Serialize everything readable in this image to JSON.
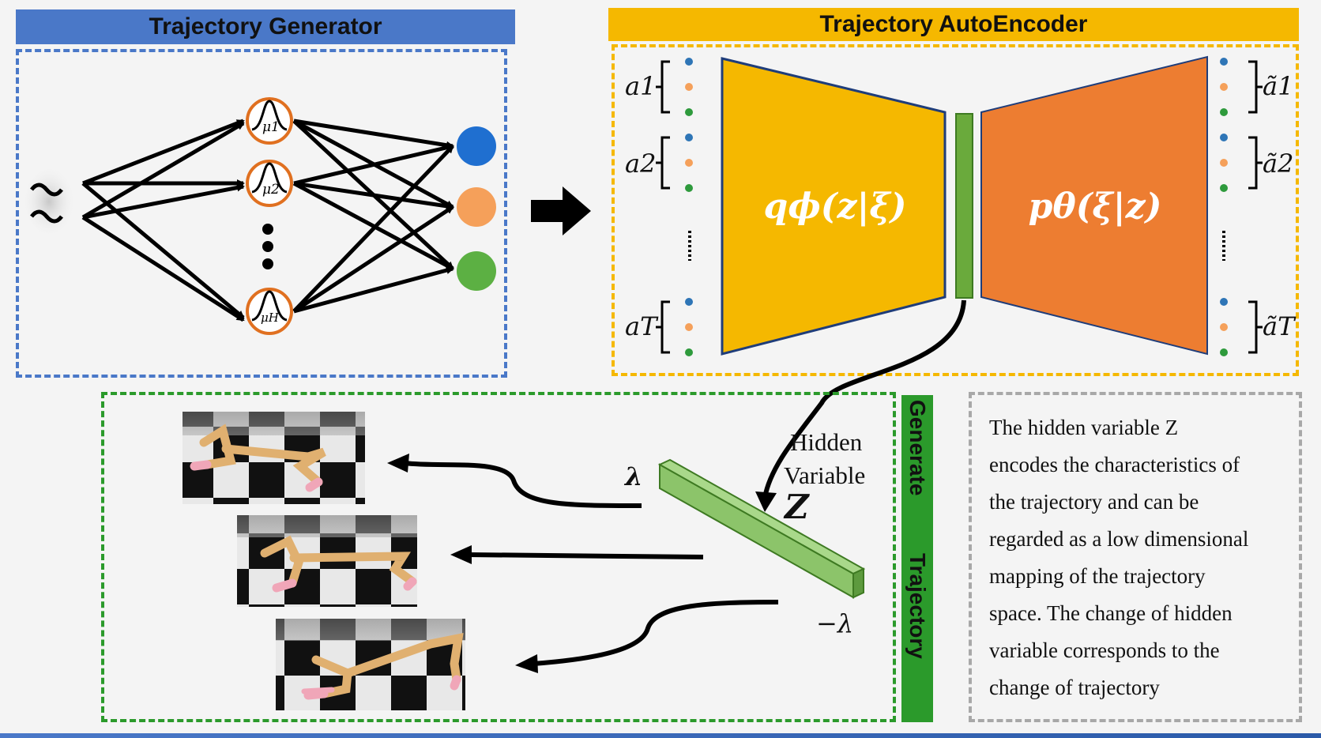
{
  "generator": {
    "title": "Trajectory Generator",
    "hidden_units": [
      "μ1",
      "μ2",
      "μH"
    ],
    "output_colors": [
      "#1f6fd0",
      "#f5a05a",
      "#5cb043"
    ]
  },
  "autoencoder": {
    "title": "Trajectory AutoEncoder",
    "encoder_label": "qϕ(z|ξ)",
    "decoder_label": "pθ(ξ|z)",
    "inputs": [
      "a1",
      "a2",
      "aT"
    ],
    "outputs": [
      "ã1",
      "ã2",
      "ãT"
    ],
    "encoder_color": "#f5b800",
    "decoder_color": "#ed7d31",
    "latent_color": "#6aaa3c"
  },
  "latent": {
    "hidden_label_line1": "Hidden",
    "hidden_label_line2": "Variable",
    "z_label": "Z",
    "lambda_pos": "λ",
    "lambda_neg": "−λ"
  },
  "generate": {
    "vertical_label_1": "Generate",
    "vertical_label_2": "Trajectory",
    "label_color": "#2b9a2b"
  },
  "description": {
    "lines": [
      "The hidden variable Z",
      "encodes the characteristics of",
      "the trajectory and can be",
      "regarded as a low dimensional",
      "mapping of the trajectory",
      "space. The change of hidden",
      "variable corresponds to the",
      "change of trajectory"
    ]
  }
}
